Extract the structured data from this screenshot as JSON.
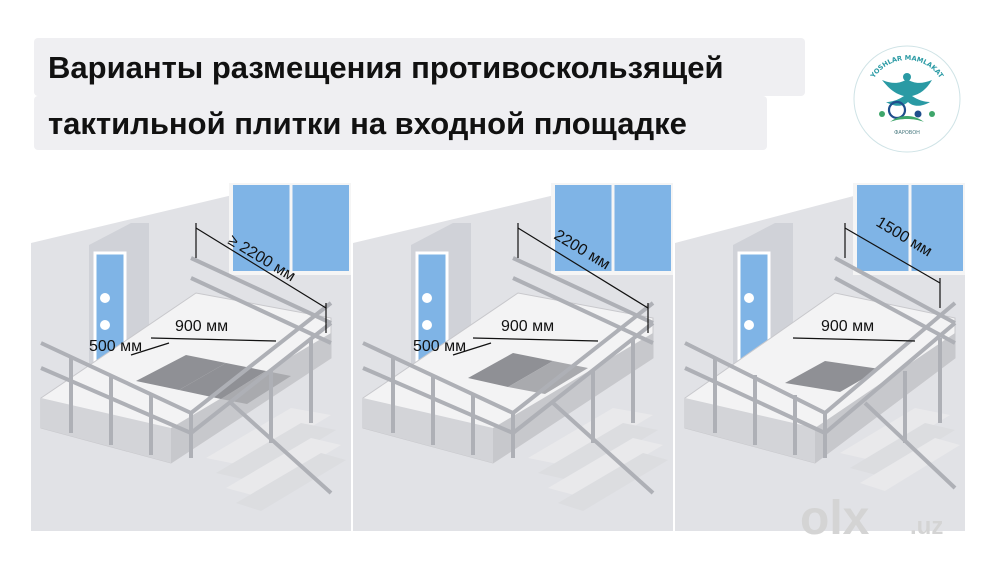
{
  "title": {
    "line1": "Варианты размещения противоскользящей",
    "line2": "тактильной плитки на входной площадке"
  },
  "logo": {
    "text": "YOSHLAR MAMLAKAT",
    "subtext": "ФАРОВОН"
  },
  "panels": [
    {
      "width_label": "≥ 2200 мм",
      "depth_label": "900 мм",
      "side_label": "500 мм"
    },
    {
      "width_label": "2200 мм",
      "depth_label": "900 мм",
      "side_label": "500 мм"
    },
    {
      "width_label": "1500 мм",
      "depth_label": "900 мм",
      "side_label": ""
    }
  ],
  "watermark": {
    "main": "olx",
    "suffix": ".uz"
  },
  "colors": {
    "title_bg": "#efeff2",
    "building": "#e1e2e6",
    "glass": "#7fb4e6",
    "logo_teal": "#2a9aa4"
  }
}
